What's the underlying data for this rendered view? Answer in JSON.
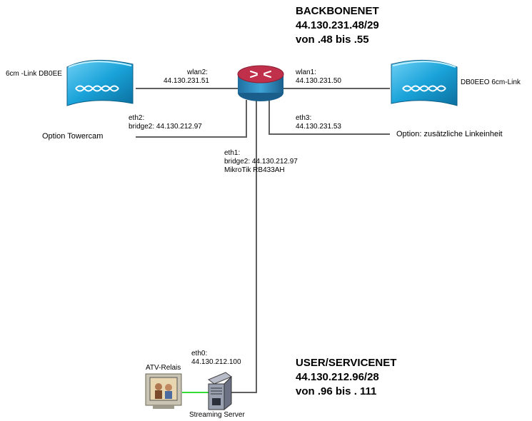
{
  "backbone": {
    "title": "BACKBONENET",
    "network": "44.130.231.48/29",
    "range": "von .48 bis .55"
  },
  "userservice": {
    "title": "USER/SERVICENET",
    "network": "44.130.212.96/28",
    "range": "von .96 bis . 111"
  },
  "link_left": {
    "label": "6cm -Link DB0EE"
  },
  "link_right": {
    "label": "DB0EEO 6cm-Link"
  },
  "wlan2": {
    "name": "wlan2:",
    "ip": "44.130.231.51"
  },
  "wlan1": {
    "name": "wlan1:",
    "ip": "44.130.231.50"
  },
  "eth2": {
    "name": "eth2:",
    "bridge": "bridge2: 44.130.212.97"
  },
  "eth3": {
    "name": "eth3:",
    "ip": "44.130.231.53"
  },
  "eth1": {
    "name": "eth1:",
    "bridge": "bridge2: 44.130.212.97",
    "device": "MikroTik RB433AH"
  },
  "eth0": {
    "name": "eth0:",
    "ip": "44.130.212.100"
  },
  "option_left": "Option Towercam",
  "option_right": "Option: zusätzliche Linkeinheit",
  "atv_label": "ATV-Relais",
  "server_label": "Streaming Server",
  "colors": {
    "link_blue": "#1aa3d9",
    "router_red": "#c0304a",
    "green_link": "#33dd33",
    "line_gray": "#606060"
  }
}
